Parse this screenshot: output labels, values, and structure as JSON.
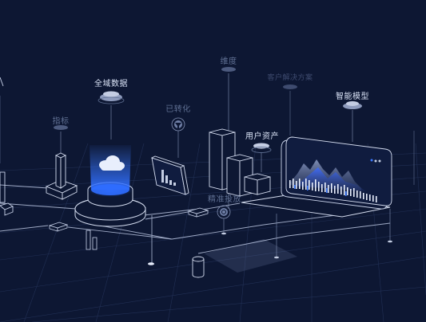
{
  "labels": {
    "global_data": "全域数据",
    "indicator": "指标",
    "converted": "已转化",
    "dimension": "维度",
    "solution": "客户解决方案",
    "smart_model": "智能模型",
    "user_assets": "用户资产",
    "precise_delivery": "精准投放"
  },
  "colors": {
    "background": "#0d1733",
    "line": "#c9d3ea",
    "accent_blue": "#2f6dff",
    "glow": "#3d7bff"
  },
  "icons": {
    "cloud": "cloud-icon",
    "funnel": "funnel-icon",
    "target": "target-icon"
  }
}
